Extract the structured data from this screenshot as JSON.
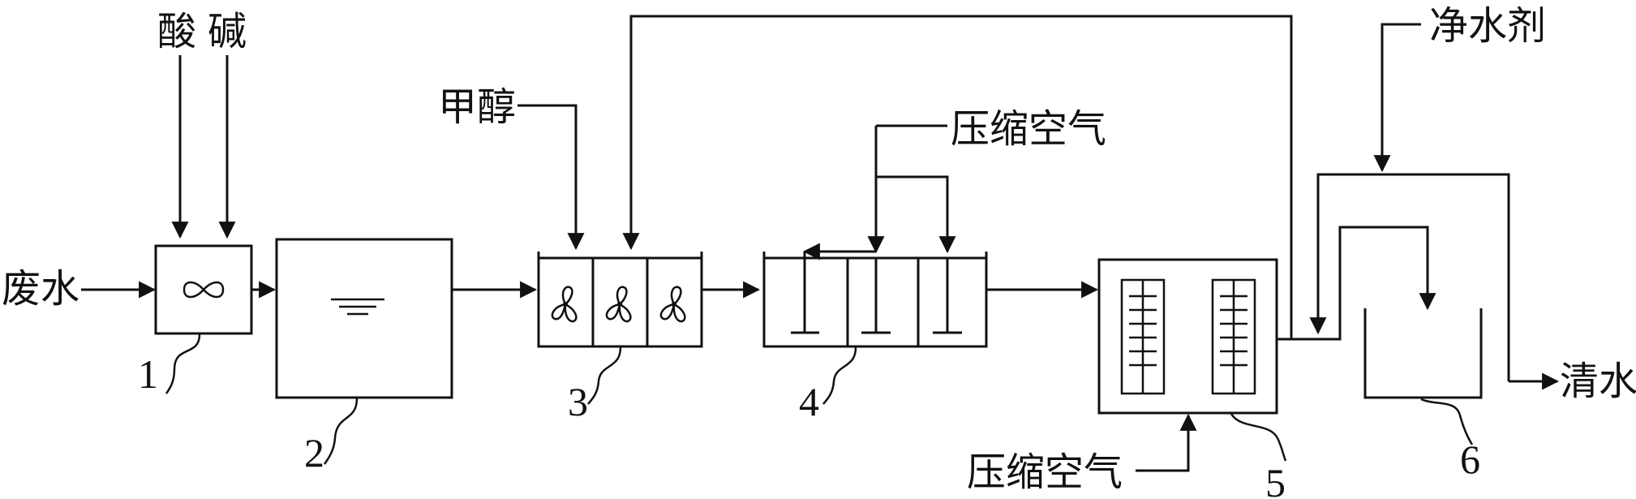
{
  "labels": {
    "acid": "酸",
    "base": "碱",
    "wastewater": "废水",
    "methanol": "甲醇",
    "compressed_air_top": "压缩空气",
    "compressed_air_bottom": "压缩空气",
    "purifier": "净水剂",
    "clean_water": "清水"
  },
  "units": [
    "1",
    "2",
    "3",
    "4",
    "5",
    "6"
  ]
}
